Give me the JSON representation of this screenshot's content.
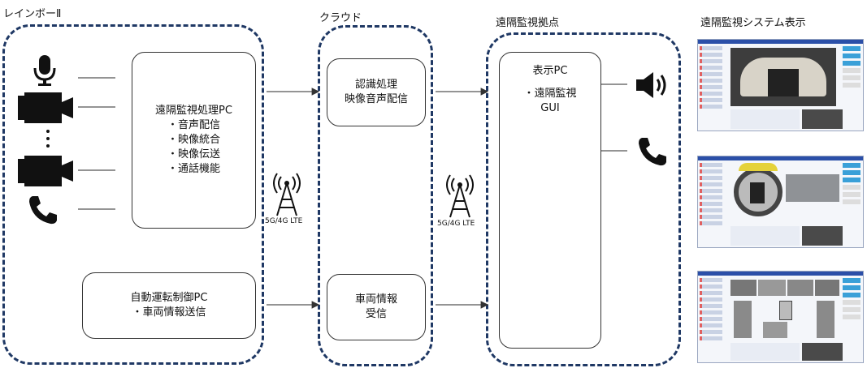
{
  "groups": {
    "rainbow": "レインボーⅡ",
    "cloud": "クラウド",
    "remote_base": "遠隔監視拠点",
    "display": "遠隔監視システム表示"
  },
  "boxes": {
    "remote_pc": [
      "遠隔監視処理PC",
      "・音声配信",
      "・映像統合",
      "・映像伝送",
      "・通話機能"
    ],
    "auto_pc": [
      "自動運転制御PC",
      "・車両情報送信"
    ],
    "recognition": [
      "認識処理",
      "映像音声配信"
    ],
    "vehicle_info": [
      "車両情報",
      "受信"
    ],
    "display_pc": [
      "表示PC",
      "",
      "・遠隔監視",
      "GUI"
    ]
  },
  "network": {
    "antenna1": "5G/4G LTE",
    "antenna2": "5G/4G LTE"
  },
  "devices": {
    "left": [
      "microphone-icon",
      "camera-icon",
      "ellipsis-dots",
      "camera-icon",
      "phone-icon"
    ],
    "right": [
      "speaker-icon",
      "phone-icon"
    ]
  },
  "colors": {
    "dashed_border": "#1f3864",
    "box_border": "#333333",
    "gui_header": "#2b4fa8",
    "gui_accent": "#3aa0d8"
  }
}
